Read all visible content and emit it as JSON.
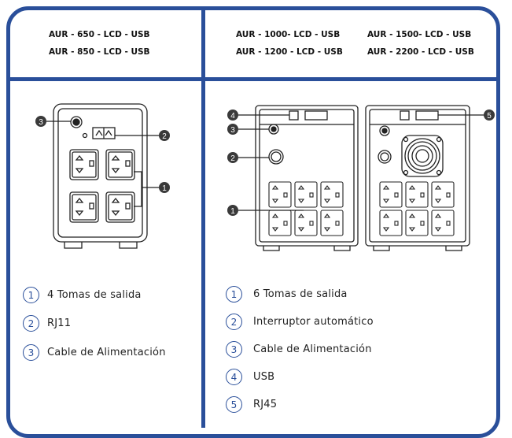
{
  "left": {
    "models": [
      "AUR - 650 - LCD - USB",
      "AUR - 850 - LCD - USB"
    ],
    "callouts": [
      "1",
      "2",
      "3"
    ],
    "legend": [
      {
        "num": "1",
        "text": "4 Tomas de salida"
      },
      {
        "num": "2",
        "text": "RJ11"
      },
      {
        "num": "3",
        "text": "Cable de Alimentación"
      }
    ]
  },
  "right": {
    "models_col1": [
      "AUR - 1000- LCD - USB",
      "AUR - 1200 - LCD - USB"
    ],
    "models_col2": [
      "AUR - 1500- LCD - USB",
      "AUR - 2200 - LCD - USB"
    ],
    "callouts": [
      "1",
      "2",
      "3",
      "4",
      "5"
    ],
    "legend": [
      {
        "num": "1",
        "text": "6 Tomas de salida"
      },
      {
        "num": "2",
        "text": "Interruptor automático"
      },
      {
        "num": "3",
        "text": "Cable de Alimentación"
      },
      {
        "num": "4",
        "text": "USB"
      },
      {
        "num": "5",
        "text": "RJ45"
      }
    ]
  },
  "colors": {
    "border": "#2a4f9a",
    "device_outline": "#222222",
    "callout_fill": "#3a3a3a"
  }
}
